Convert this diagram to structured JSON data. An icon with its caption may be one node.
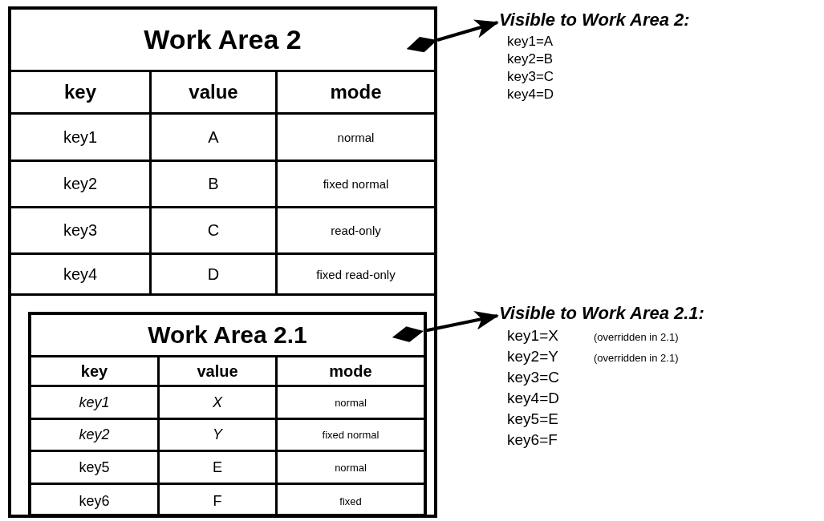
{
  "diagram": {
    "nodes": [
      {
        "text": [
          "Work Area 2"
        ]
      },
      {
        "text": [
          "Work Area 2.1"
        ],
        "in": 0
      },
      {
        "text": [
          "Visible to Work Area 2:",
          "key1=A",
          "key2=B",
          "key3=C",
          "key4=D"
        ]
      },
      {
        "text": [
          "Visible to Work Area 2.1:",
          "key1=X",
          "(overridden in 2.1)",
          "key2=Y",
          "(overridden in 2.1)",
          "key3=C",
          "key4=D",
          "key5=E",
          "key6=F"
        ]
      }
    ],
    "edges": [
      {
        "from": 0,
        "to": 2,
        "arrow": "to"
      },
      {
        "from": 1,
        "to": 3,
        "arrow": "to"
      }
    ],
    "labels": [
      "key",
      "value",
      "mode",
      "key1",
      "A",
      "normal",
      "key2",
      "B",
      "fixed normal",
      "key3",
      "C",
      "read-only",
      "key4",
      "D",
      "fixed read-only",
      "key",
      "value",
      "mode",
      "key1",
      "X",
      "normal",
      "key2",
      "Y",
      "fixed normal",
      "key5",
      "E",
      "normal",
      "key6",
      "F",
      "fixed"
    ]
  }
}
